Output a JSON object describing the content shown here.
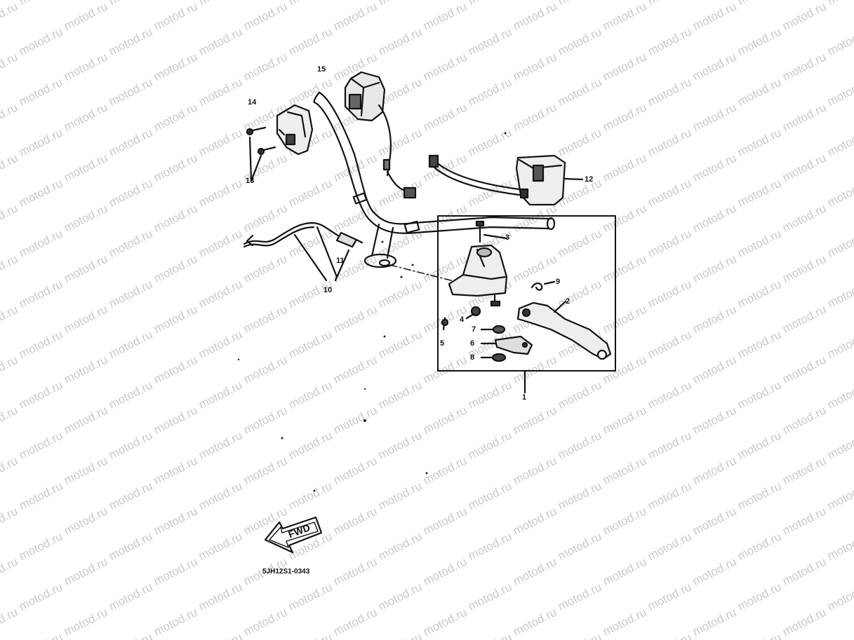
{
  "watermark": {
    "text": "motod.ru",
    "color": "#c9c9c9"
  },
  "callouts": [
    "1",
    "2",
    "3",
    "4",
    "5",
    "6",
    "7",
    "8",
    "9",
    "10",
    "11",
    "12",
    "13",
    "14",
    "15"
  ],
  "fwd_arrow": {
    "text": "FWD"
  },
  "drawing_code": "5JH12S1-0343",
  "colors": {
    "ink": "#111111",
    "background": "#ffffff"
  }
}
